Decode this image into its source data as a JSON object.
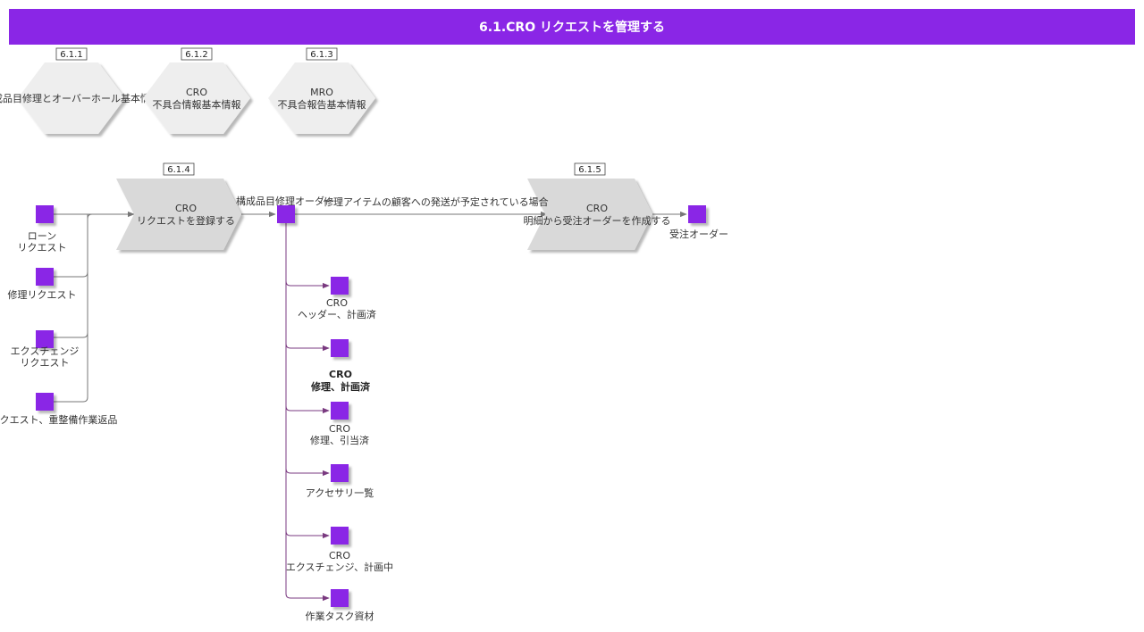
{
  "title": "6.1.CRO リクエストを管理する",
  "colors": {
    "accent": "#8a26e6",
    "hex_fill": "#eeeeee",
    "chevron_fill": "#d9d9d9",
    "connector": "#7a3a80"
  },
  "info": [
    {
      "id": "6.1.1",
      "line1": "",
      "line2": "構成品目修理とオーバーホール基本情報"
    },
    {
      "id": "6.1.2",
      "line1": "CRO",
      "line2": "不具合情報基本情報"
    },
    {
      "id": "6.1.3",
      "line1": "MRO",
      "line2": "不具合報告基本情報"
    }
  ],
  "processes": [
    {
      "id": "6.1.4",
      "line1": "CRO",
      "line2": "リクエストを登録する"
    },
    {
      "id": "6.1.5",
      "line1": "CRO",
      "line2": "明細から受注オーダーを作成する"
    }
  ],
  "inputs": [
    {
      "line1": "ローン",
      "line2": "リクエスト"
    },
    {
      "line1": "修理リクエスト",
      "line2": ""
    },
    {
      "line1": "エクスチェンジ",
      "line2": "リクエスト"
    },
    {
      "line1": "リクエスト、重整備作業返品",
      "line2": ""
    }
  ],
  "hub": {
    "label": "構成品目修理オーダー"
  },
  "edge_label": "修理アイテムの顧客への発送が予定されている場合",
  "result": {
    "label": "受注オーダー"
  },
  "outputs": [
    {
      "line1": "CRO",
      "line2": "ヘッダー、計画済",
      "bold": false
    },
    {
      "line1": "CRO",
      "line2": "修理、計画済",
      "bold": true
    },
    {
      "line1": "CRO",
      "line2": "修理、引当済",
      "bold": false
    },
    {
      "line1": "アクセサリ一覧",
      "line2": "",
      "bold": false
    },
    {
      "line1": "CRO",
      "line2": "エクスチェンジ、計画中",
      "bold": false
    },
    {
      "line1": "作業タスク資材",
      "line2": "",
      "bold": false
    }
  ]
}
